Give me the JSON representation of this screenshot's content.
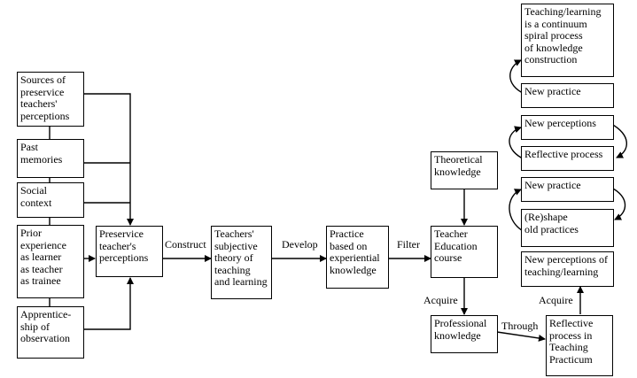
{
  "boxes": {
    "sources": "Sources of\npreservice\nteachers'\nperceptions",
    "past_memories": "Past\nmemories",
    "social_context": "Social\ncontext",
    "prior_experience": "Prior\nexperience\nas learner\nas teacher\nas trainee",
    "apprenticeship": "Apprentice-\nship of\nobservation",
    "preservice_perceptions": "Preservice\nteacher's\nperceptions",
    "subjective_theory": "Teachers'\nsubjective\ntheory of\nteaching\nand learning",
    "practice_based": "Practice\nbased on\nexperiential\nknowledge",
    "theoretical_knowledge": "Theoretical\nknowledge",
    "teacher_education": "Teacher\nEducation\ncourse",
    "professional_knowledge": "Professional\nknowledge",
    "reflective_practicum": "Reflective\nprocess in\nTeaching\nPracticum",
    "new_perceptions_tl": "New perceptions of\nteaching/learning",
    "reshape": "(Re)shape\nold practices",
    "new_practice_1": "New practice",
    "reflective_process": "Reflective process",
    "new_perceptions": "New perceptions",
    "new_practice_2": "New practice",
    "continuum": "Teaching/learning\nis a continuum\nspiral process\nof knowledge\nconstruction"
  },
  "edge_labels": {
    "construct": "Construct",
    "develop": "Develop",
    "filter": "Filter",
    "acquire_left": "Acquire",
    "through": "Through",
    "acquire_right": "Acquire"
  }
}
